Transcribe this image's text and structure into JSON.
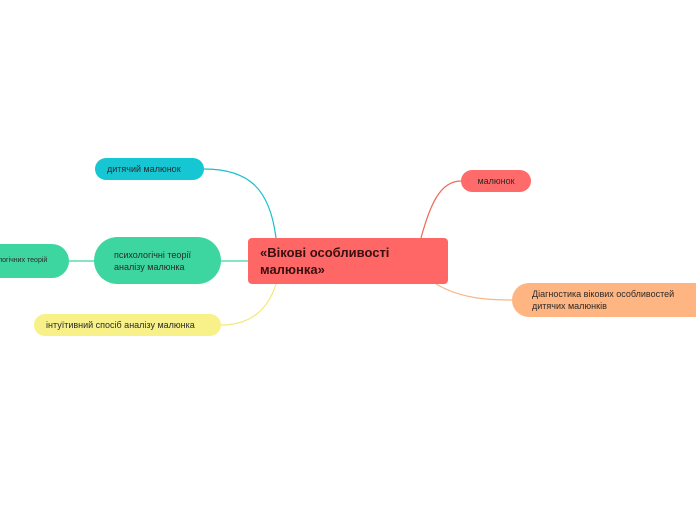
{
  "mindmap": {
    "central": {
      "label": "«Вікові особливості малюнка»",
      "color": "#ff6666"
    },
    "right": [
      {
        "id": "malyunok",
        "label": "малюнок",
        "color": "#ff6b6b",
        "line": "#ef6a5a"
      },
      {
        "id": "diag",
        "label": "Діагностика вікових особливостей дитячих малюнків",
        "color": "#ffb581",
        "line": "#f7b68a"
      }
    ],
    "left": [
      {
        "id": "dytiachyi",
        "label": "дитячий малюнок",
        "color": "#16c7d3",
        "line": "#16c0cb"
      },
      {
        "id": "psycho",
        "label": "психологічні теорії аналізу малюнка",
        "color": "#3dd6a0",
        "line": "#3dd6a0"
      },
      {
        "id": "leftcut",
        "label": "логічних теорій",
        "color": "#3dd6a0"
      },
      {
        "id": "intuit",
        "label": "інтуїтивний спосіб аналізу малюнка",
        "color": "#f8f18a",
        "line": "#f1e97a"
      }
    ]
  }
}
